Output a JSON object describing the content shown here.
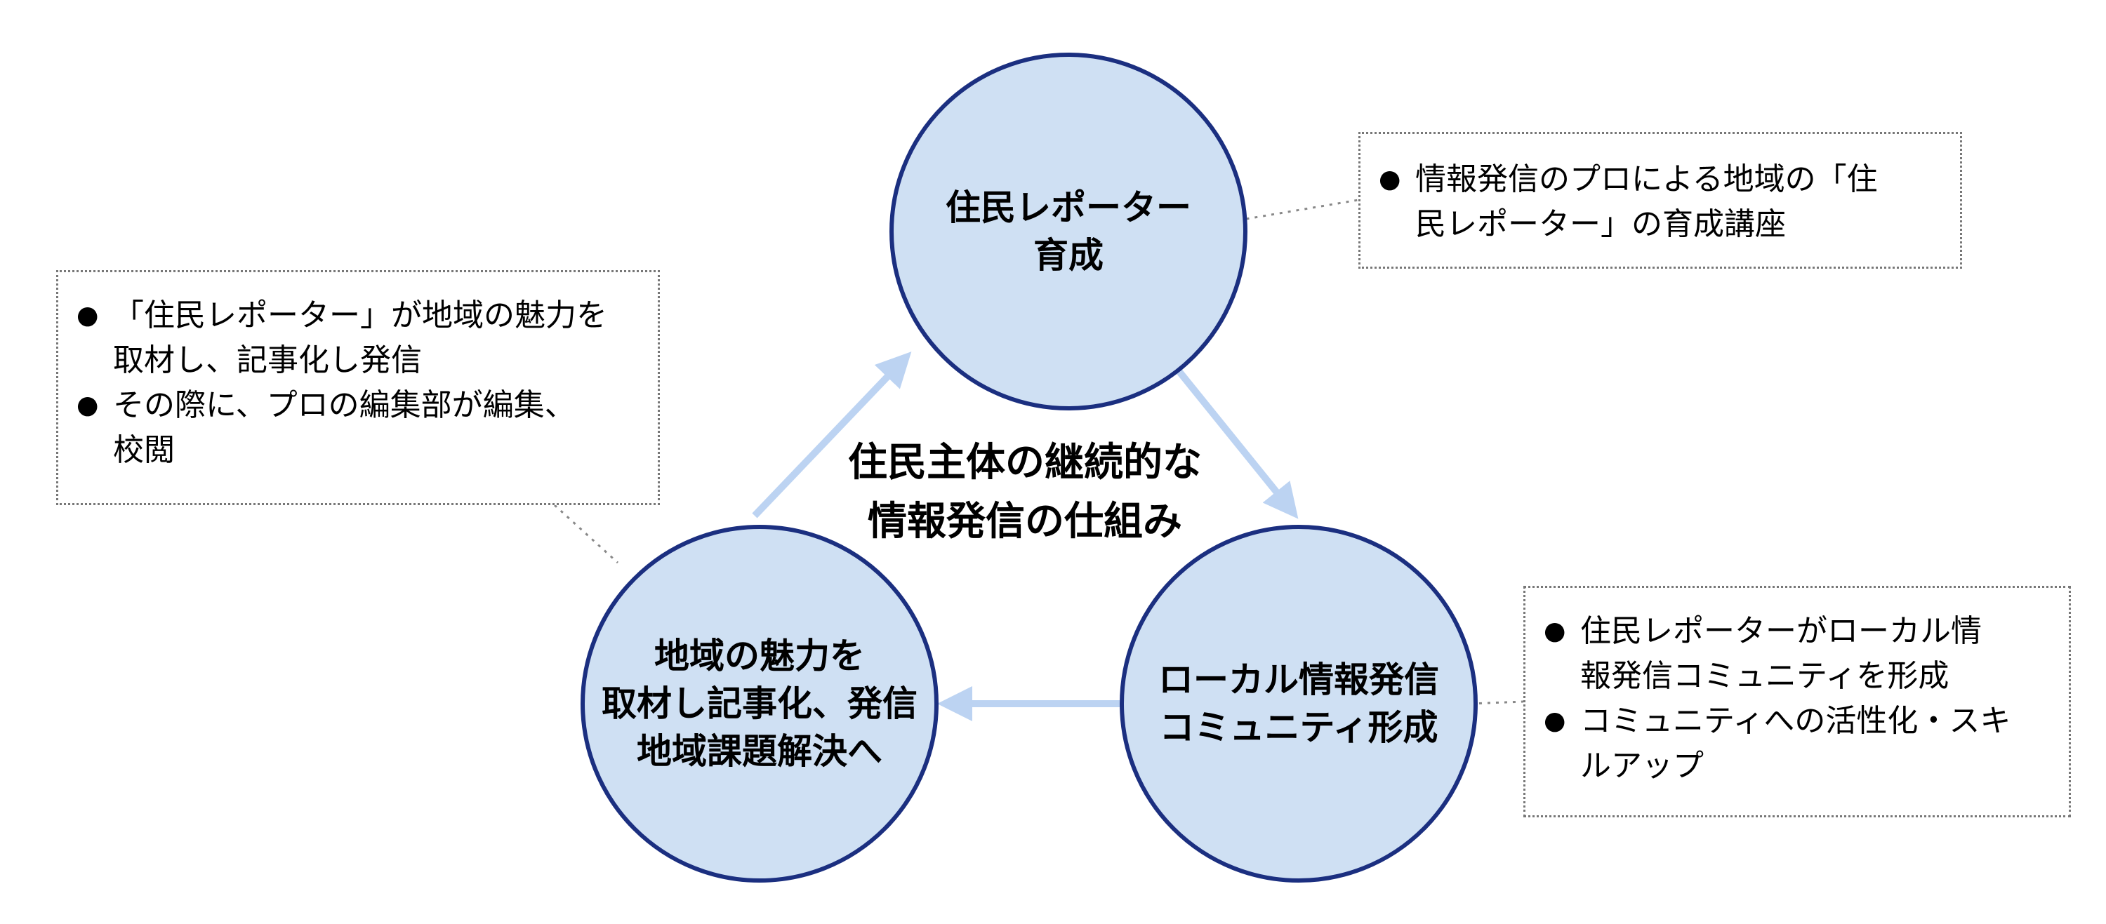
{
  "center_title": {
    "line1": "住民主体の継続的な",
    "line2": "情報発信の仕組み"
  },
  "circles": {
    "top": {
      "line1": "住民レポーター",
      "line2": "育成"
    },
    "right": {
      "line1": "ローカル情報発信",
      "line2": "コミュニティ形成"
    },
    "left": {
      "line1": "地域の魅力を",
      "line2": "取材し記事化、発信",
      "line3": "地域課題解決へ"
    }
  },
  "notes": {
    "top_right": {
      "items": [
        {
          "lines": [
            "情報発信のプロによる地域の「住",
            "民レポーター」の育成講座"
          ]
        }
      ]
    },
    "left": {
      "items": [
        {
          "lines": [
            "「住民レポーター」が地域の魅力を",
            "取材し、記事化し発信"
          ]
        },
        {
          "lines": [
            "その際に、プロの編集部が編集、",
            "校閲"
          ]
        }
      ]
    },
    "bottom_right": {
      "items": [
        {
          "lines": [
            "住民レポーターがローカル情",
            "報発信コミュニティを形成"
          ]
        },
        {
          "lines": [
            "コミュニティへの活性化・スキ",
            "ルアップ"
          ]
        }
      ]
    }
  },
  "bullet_symbol": "●",
  "colors": {
    "circle_fill": "#cfe0f3",
    "circle_stroke": "#1b2f80",
    "arrow": "#bcd3f2",
    "leader": "#888888"
  }
}
